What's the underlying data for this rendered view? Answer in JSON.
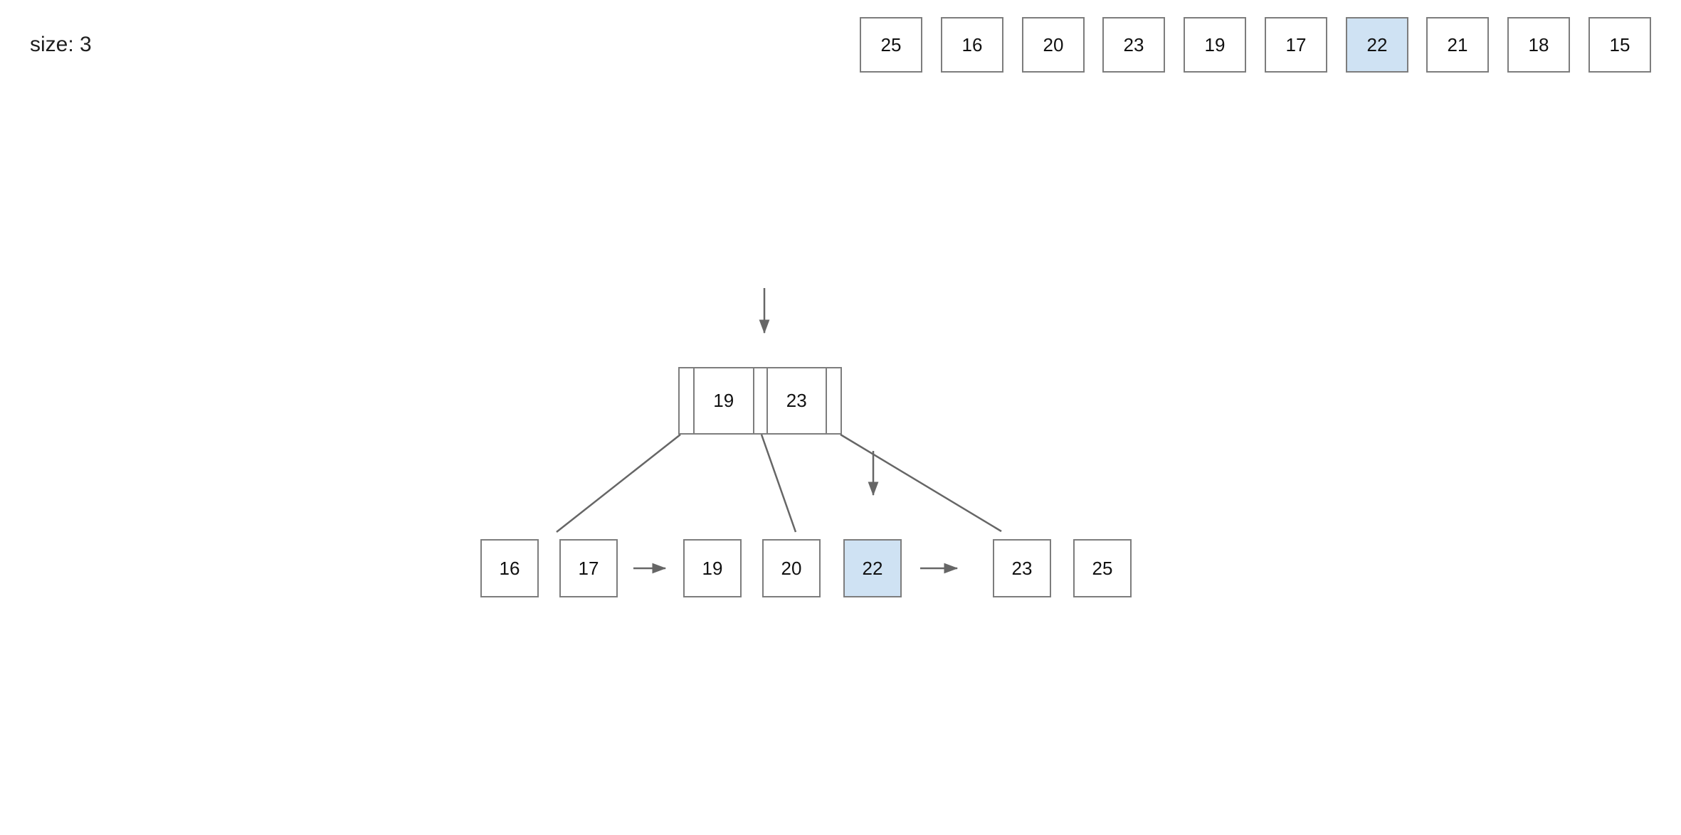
{
  "page": {
    "size_label": "size: 3"
  },
  "top_array": {
    "items": [
      {
        "value": "25",
        "state": "normal"
      },
      {
        "value": "16",
        "state": "normal"
      },
      {
        "value": "20",
        "state": "normal"
      },
      {
        "value": "23",
        "state": "normal"
      },
      {
        "value": "19",
        "state": "normal"
      },
      {
        "value": "17",
        "state": "normal"
      },
      {
        "value": "22",
        "state": "highlighted"
      },
      {
        "value": "21",
        "state": "normal"
      },
      {
        "value": "18",
        "state": "normal"
      },
      {
        "value": "15",
        "state": "normal"
      }
    ]
  },
  "tree": {
    "root": {
      "keys": [
        "19",
        "23"
      ]
    },
    "leaves": [
      {
        "value": "16",
        "state": "normal"
      },
      {
        "value": "17",
        "state": "normal"
      },
      {
        "value": "19",
        "state": "normal"
      },
      {
        "value": "20",
        "state": "normal"
      },
      {
        "value": "22",
        "state": "highlighted"
      },
      {
        "value": "23",
        "state": "normal"
      },
      {
        "value": "25",
        "state": "normal"
      }
    ]
  },
  "colors": {
    "highlight_fill": "#cfe2f3",
    "box_border": "#7d7d7d",
    "line": "#666666",
    "text": "#111111"
  }
}
